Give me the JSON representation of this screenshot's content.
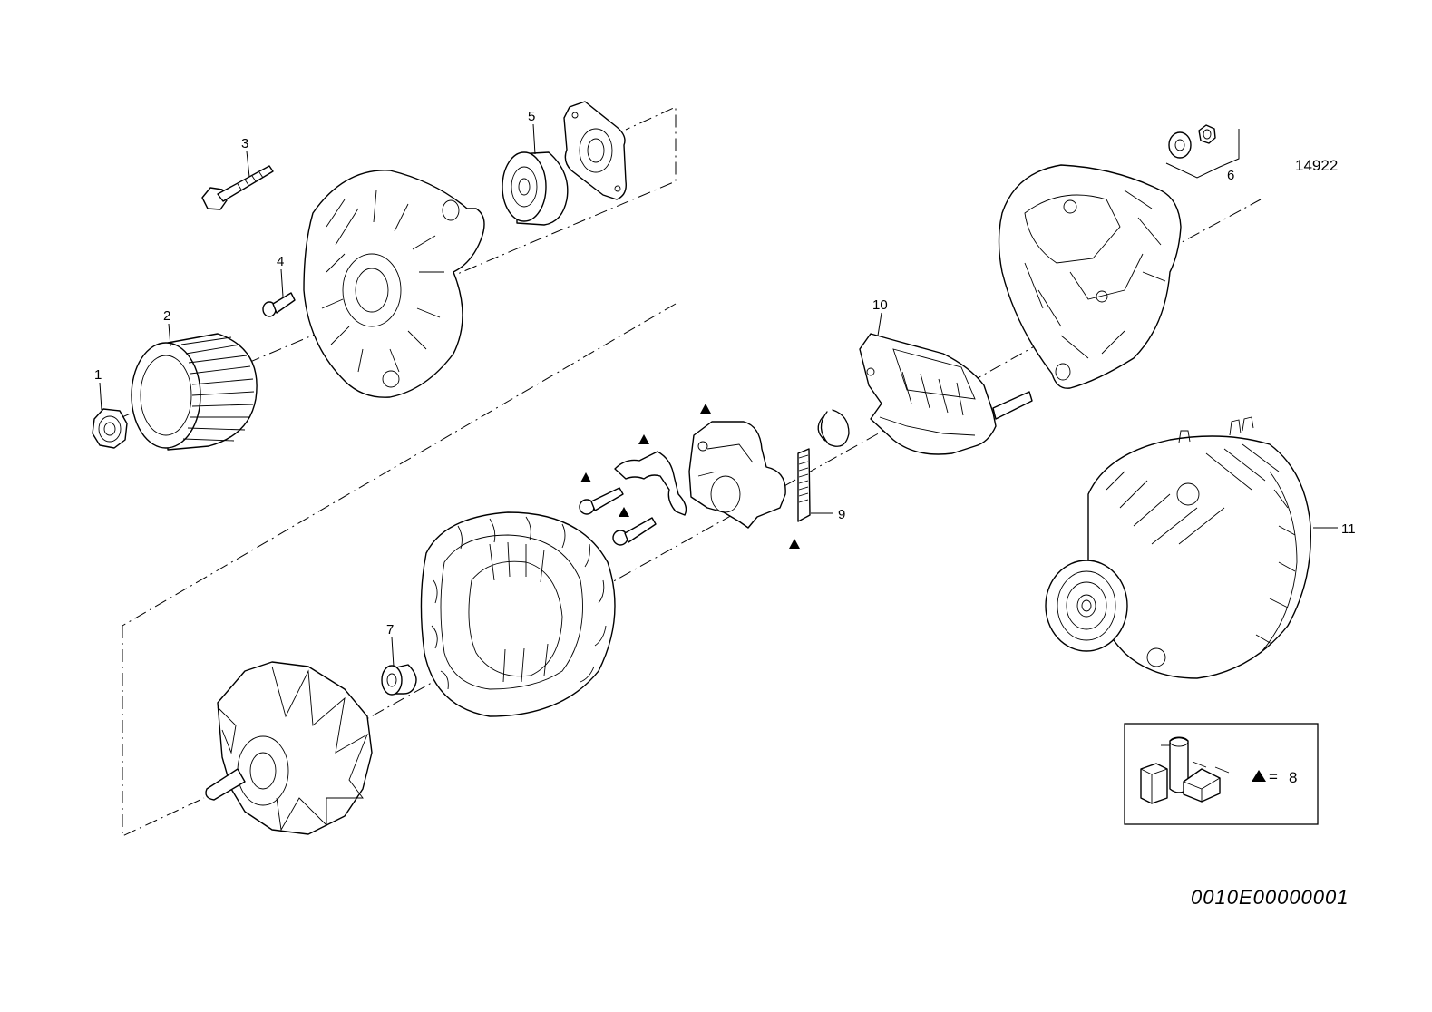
{
  "diagram": {
    "sheet_number": "14922",
    "drawing_code": "0010E00000001",
    "callouts": [
      {
        "id": "1",
        "label": "1"
      },
      {
        "id": "2",
        "label": "2"
      },
      {
        "id": "3",
        "label": "3"
      },
      {
        "id": "4",
        "label": "4"
      },
      {
        "id": "5",
        "label": "5"
      },
      {
        "id": "6",
        "label": "6"
      },
      {
        "id": "7",
        "label": "7"
      },
      {
        "id": "9",
        "label": "9"
      },
      {
        "id": "10",
        "label": "10"
      },
      {
        "id": "11",
        "label": "11"
      }
    ],
    "legend": {
      "symbol": "▲",
      "equals": "=",
      "value": "8",
      "icon": "parts-kit-icon"
    }
  }
}
